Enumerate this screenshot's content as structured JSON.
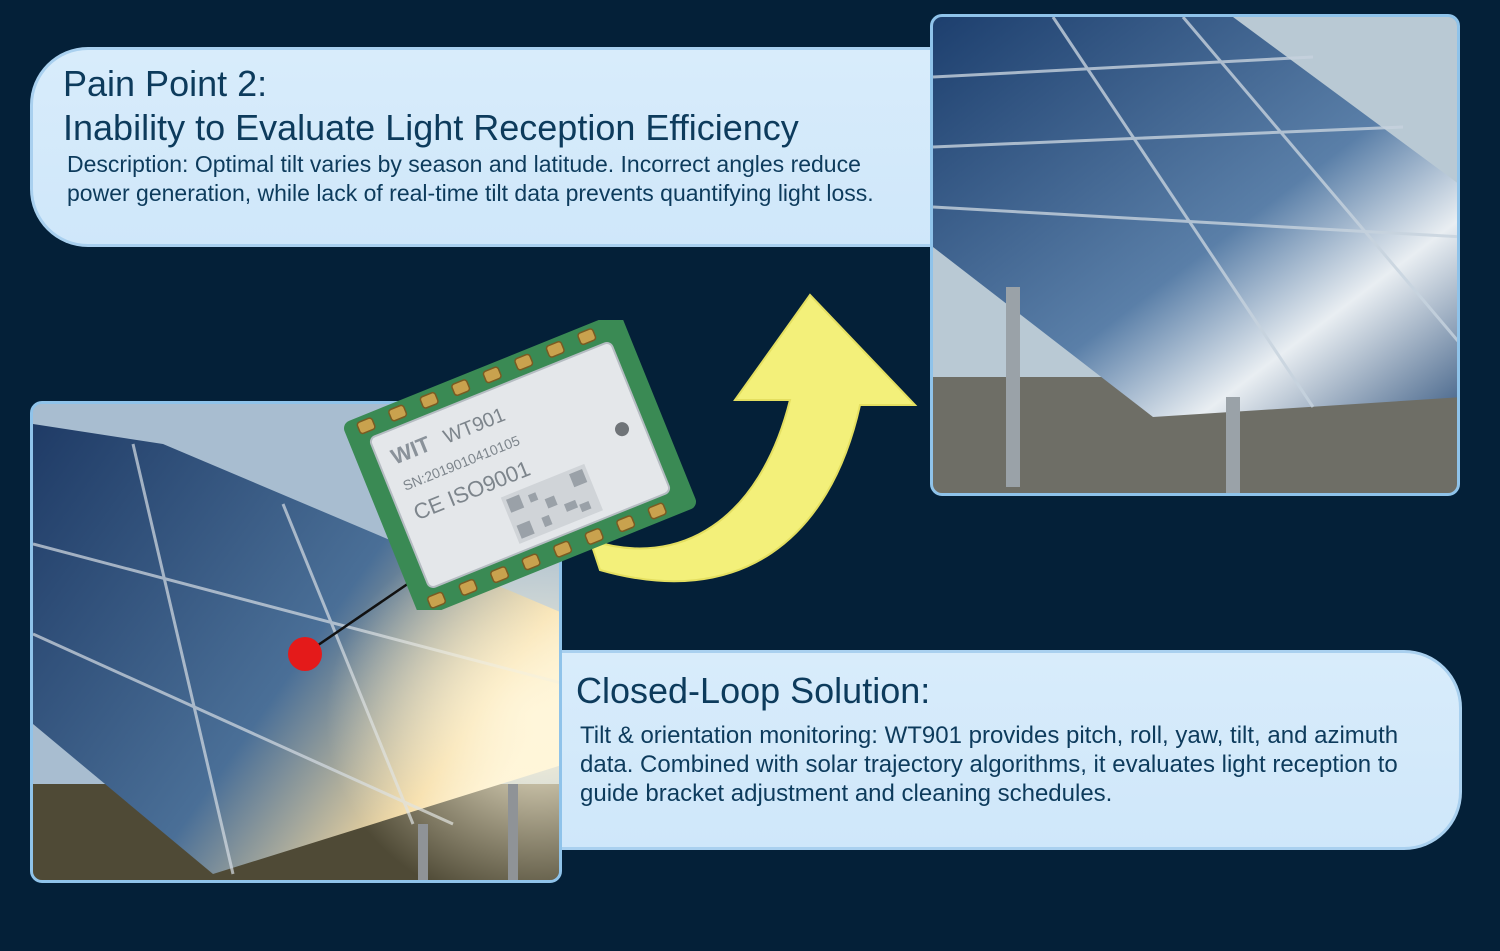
{
  "pain_point": {
    "title_line1": "Pain Point 2:",
    "title_line2": "Inability to Evaluate Light Reception Efficiency",
    "description": "Description: Optimal tilt varies by season and latitude. Incorrect angles reduce power generation, while lack of real-time tilt data prevents quantifying light loss."
  },
  "solution": {
    "title": "Closed-Loop Solution:",
    "description": "Tilt & orientation monitoring: WT901 provides pitch, roll, yaw, tilt, and azimuth data. Combined with solar trajectory algorithms, it evaluates light reception to guide bracket adjustment and cleaning schedules."
  },
  "chip": {
    "brand": "WIT",
    "model": "WT901",
    "serial": "SN:2019010410105",
    "cert": "CE ISO9001"
  },
  "colors": {
    "background": "#042038",
    "card": "#d4eafb",
    "card_border": "#a9d0ef",
    "arrow": "#f3f07a",
    "marker": "#e41a1a"
  }
}
